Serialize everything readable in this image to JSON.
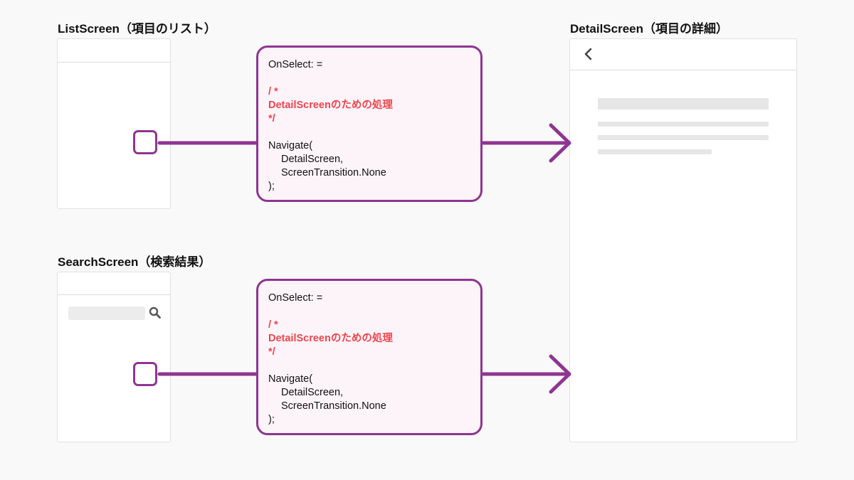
{
  "list_screen": {
    "title": "ListScreen（項目のリスト）"
  },
  "search_screen": {
    "title": "SearchScreen（検索結果）",
    "search_icon": "magnifier-icon"
  },
  "detail_screen": {
    "title": "DetailScreen（項目の詳細）",
    "back_icon": "chevron-left-icon"
  },
  "code_blocks": [
    {
      "lines": [
        {
          "text": "OnSelect: =",
          "style": "normal"
        },
        {
          "text": "",
          "style": "normal"
        },
        {
          "text": "/ *",
          "style": "comment"
        },
        {
          "text": "DetailScreenのための処理",
          "style": "comment"
        },
        {
          "text": "*/",
          "style": "comment"
        },
        {
          "text": "",
          "style": "normal"
        },
        {
          "text": "Navigate(",
          "style": "normal"
        },
        {
          "text": "DetailScreen,",
          "style": "indent"
        },
        {
          "text": "ScreenTransition.None",
          "style": "indent"
        },
        {
          "text": ");",
          "style": "normal"
        }
      ]
    },
    {
      "lines": [
        {
          "text": "OnSelect: =",
          "style": "normal"
        },
        {
          "text": "",
          "style": "normal"
        },
        {
          "text": "/ *",
          "style": "comment"
        },
        {
          "text": "DetailScreenのための処理",
          "style": "comment"
        },
        {
          "text": "*/",
          "style": "comment"
        },
        {
          "text": "",
          "style": "normal"
        },
        {
          "text": "Navigate(",
          "style": "normal"
        },
        {
          "text": "DetailScreen,",
          "style": "indent"
        },
        {
          "text": "ScreenTransition.None",
          "style": "indent"
        },
        {
          "text": ");",
          "style": "normal"
        }
      ]
    }
  ],
  "colors": {
    "accent": "#8e3591",
    "code_background": "#fdf4f9",
    "comment": "#f0444c",
    "skeleton": "#e6e6e6",
    "page_background": "#f9f9f9"
  }
}
